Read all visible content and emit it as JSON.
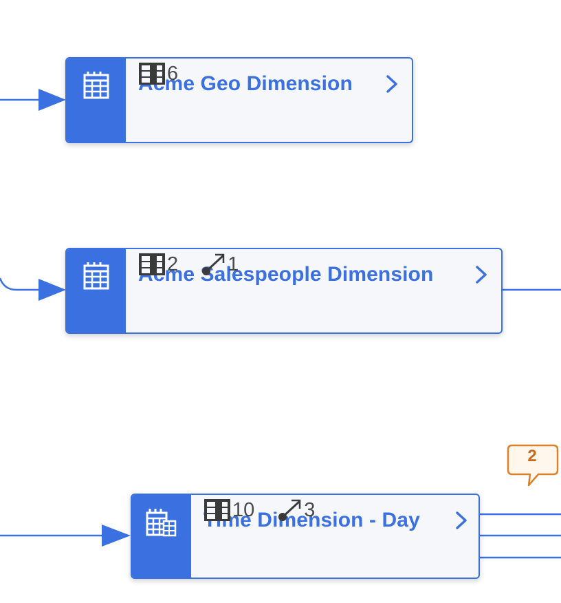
{
  "colors": {
    "accent": "#3b70e0",
    "node_bg": "#f5f7fa",
    "meta_text": "#4a4a4a",
    "comment_border": "#d9822b",
    "comment_bg": "#fff6ec",
    "comment_text": "#c8681c"
  },
  "nodes": [
    {
      "title": "Acme Geo Dimension",
      "icon": "table-icon",
      "columns_count": "6",
      "associations_count": null
    },
    {
      "title": "Acme Salespeople Dimension",
      "icon": "table-icon",
      "columns_count": "2",
      "associations_count": "1"
    },
    {
      "title": "Time Dimension - Day",
      "icon": "table-stack-icon",
      "columns_count": "10",
      "associations_count": "3"
    }
  ],
  "comment": {
    "count": "2",
    "icon": "speech-bubble-icon"
  },
  "icons": {
    "columns": "columns-icon",
    "association": "association-icon",
    "chevron": "chevron-right-icon"
  }
}
